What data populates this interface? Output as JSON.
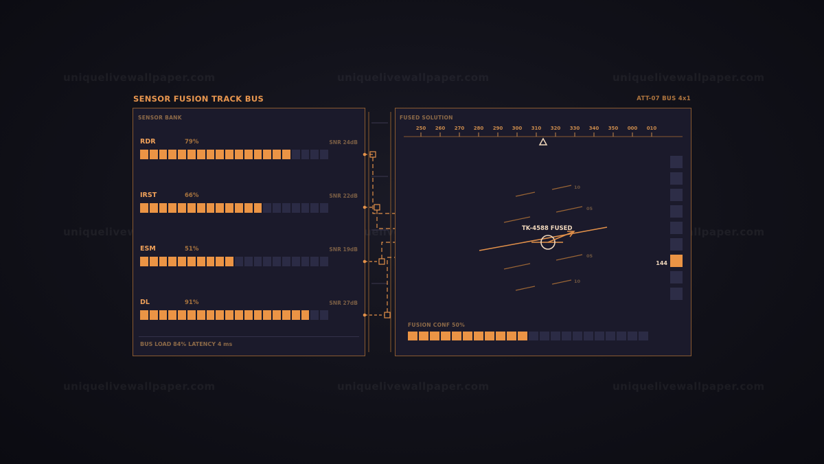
{
  "watermark": "uniquelivewallpaper.com",
  "header": {
    "title": "SENSOR FUSION TRACK BUS",
    "status": "ATT-07  BUS 4x1"
  },
  "sensor_bank": {
    "label": "SENSOR BANK",
    "sensors": [
      {
        "name": "RDR",
        "pct": "79%",
        "snr": "SNR 24dB",
        "fill": 16,
        "total": 20
      },
      {
        "name": "IRST",
        "pct": "66%",
        "snr": "SNR 22dB",
        "fill": 13,
        "total": 20
      },
      {
        "name": "ESM",
        "pct": "51%",
        "snr": "SNR 19dB",
        "fill": 10,
        "total": 20
      },
      {
        "name": "DL",
        "pct": "91%",
        "snr": "SNR 27dB",
        "fill": 18,
        "total": 20
      }
    ],
    "footer": "BUS LOAD 84%   LATENCY 4 ms"
  },
  "fused": {
    "label": "FUSED SOLUTION",
    "headings": [
      "250",
      "260",
      "270",
      "280",
      "290",
      "300",
      "310",
      "320",
      "330",
      "340",
      "350",
      "000",
      "010"
    ],
    "track_label": "TK-4588  FUSED",
    "pitch_labels": [
      "10",
      "05",
      "05",
      "10"
    ],
    "conf_label": "FUSION CONF 50%",
    "conf_fill": 11,
    "conf_total": 22,
    "stack_value": "144",
    "stack_total": 9,
    "stack_active": 6
  },
  "colors": {
    "accent": "#eb9445",
    "dim": "#2b2b45",
    "panel": "#1b1a2b",
    "border": "#8a5a30"
  }
}
